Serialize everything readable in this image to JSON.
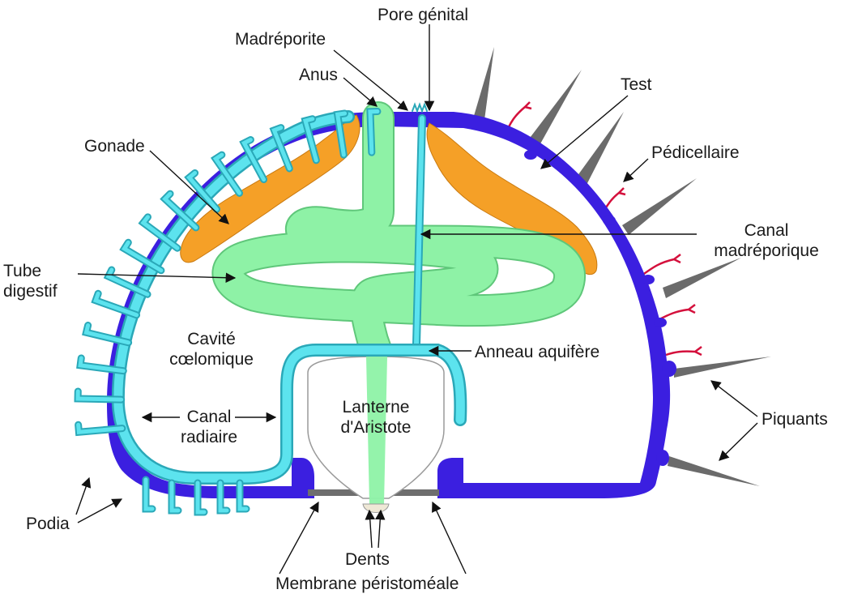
{
  "diagram": {
    "labels": {
      "madreporite": "Madréporite",
      "pore_genital": "Pore génital",
      "anus": "Anus",
      "test": "Test",
      "gonade": "Gonade",
      "pedicellaire": "Pédicellaire",
      "canal_madreporique_1": "Canal",
      "canal_madreporique_2": "madréporique",
      "tube_digestif_1": "Tube",
      "tube_digestif_2": "digestif",
      "cavite_coelomique_1": "Cavité",
      "cavite_coelomique_2": "cœlomique",
      "anneau_aquifere": "Anneau aquifère",
      "lanterne_1": "Lanterne",
      "lanterne_2": "d'Aristote",
      "canal_radiaire_1": "Canal",
      "canal_radiaire_2": "radiaire",
      "piquants": "Piquants",
      "podia": "Podia",
      "dents": "Dents",
      "membrane": "Membrane péristoméale"
    },
    "colors": {
      "test_shell": "#3b1fe0",
      "water_vascular": "#5ce3ee",
      "water_vascular_outline": "#2aa8b8",
      "digestive_tube": "#8ef2a6",
      "gonad": "#f5a027",
      "spine": "#6b6b6b",
      "pedicellaria": "#d4103c",
      "membrane": "#6e6e6e",
      "lantern_outline": "#9a9a9a",
      "arrow": "#111111"
    }
  }
}
